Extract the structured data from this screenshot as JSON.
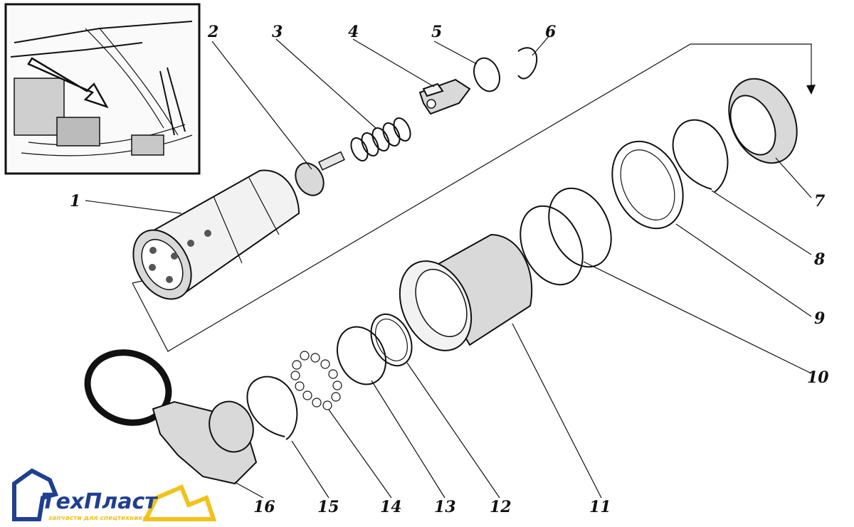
{
  "callouts": [
    "1",
    "2",
    "3",
    "4",
    "5",
    "6",
    "7",
    "8",
    "9",
    "10",
    "11",
    "12",
    "13",
    "14",
    "15",
    "16"
  ],
  "logo": {
    "name": "ТехПласт",
    "tagline": "запчасти для спецтехники",
    "colors": {
      "brand": "#1f3f8f",
      "accent": "#f2c21b"
    }
  }
}
